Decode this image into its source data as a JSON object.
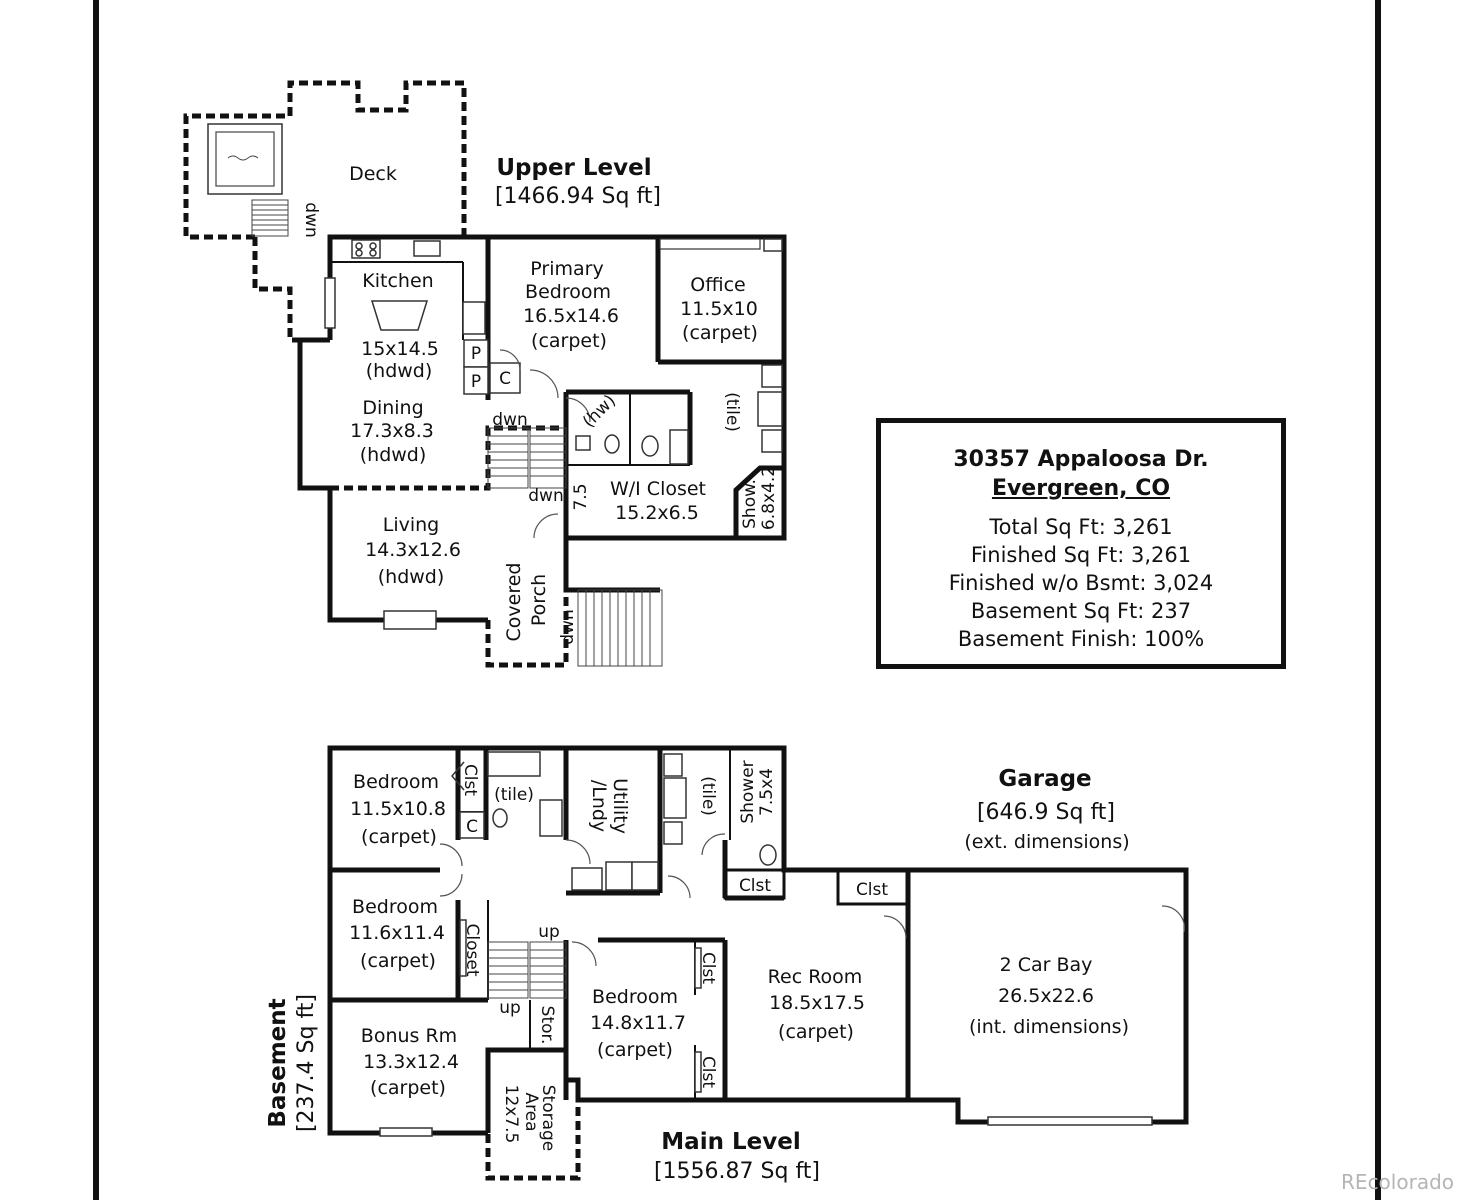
{
  "summary": {
    "address": "30357 Appaloosa Dr.",
    "city": "Evergreen, CO",
    "lines": [
      "Total Sq Ft: 3,261",
      "Finished Sq Ft: 3,261",
      "Finished w/o Bsmt: 3,024",
      "Basement Sq Ft: 237",
      "Basement Finish: 100%"
    ]
  },
  "levels": {
    "upper": {
      "title": "Upper Level",
      "area": "[1466.94 Sq ft]"
    },
    "main": {
      "title": "Main Level",
      "area": "[1556.87 Sq ft]"
    },
    "basement": {
      "title": "Basement",
      "area": "[237.4 Sq ft]"
    },
    "garage": {
      "title": "Garage",
      "area": "[646.9 Sq ft]",
      "note": "(ext. dimensions)"
    }
  },
  "upper_rooms": {
    "deck": "Deck",
    "deck_dwn": "dwn",
    "kitchen": {
      "name": "Kitchen",
      "dims": "15x14.5",
      "floor": "(hdwd)"
    },
    "dining": {
      "name": "Dining",
      "dims": "17.3x8.3",
      "floor": "(hdwd)"
    },
    "living": {
      "name": "Living",
      "dims": "14.3x12.6",
      "floor": "(hdwd)"
    },
    "primary": {
      "name1": "Primary",
      "name2": "Bedroom",
      "dims": "16.5x14.6",
      "floor": "(carpet)"
    },
    "office": {
      "name": "Office",
      "dims": "11.5x10",
      "floor": "(carpet)"
    },
    "wic": {
      "name": "W/I Closet",
      "dims": "15.2x6.5",
      "side": "7.5"
    },
    "pantry1": "P",
    "pantry2": "P",
    "closet_c": "C",
    "hw": "(hw)",
    "tile": "(tile)",
    "shower": "Show.",
    "shower_dims": "6.8x4.2",
    "stair_dwn1": "dwn",
    "stair_dwn2": "dwn",
    "porch1": "Covered",
    "porch2": "Porch",
    "porch_dwn": "dwn"
  },
  "main_rooms": {
    "bed1": {
      "name": "Bedroom",
      "dims": "11.5x10.8",
      "floor": "(carpet)"
    },
    "bed2": {
      "name": "Bedroom",
      "dims": "11.6x11.4",
      "floor": "(carpet)"
    },
    "bed3": {
      "name": "Bedroom",
      "dims": "14.8x11.7",
      "floor": "(carpet)"
    },
    "rec": {
      "name": "Rec Room",
      "dims": "18.5x17.5",
      "floor": "(carpet)"
    },
    "bonus": {
      "name": "Bonus Rm",
      "dims": "13.3x12.4",
      "floor": "(carpet)"
    },
    "storage": {
      "name1": "Storage",
      "name2": "Area",
      "dims": "12x7.5"
    },
    "utility1": "Utility",
    "utility2": "/Lndy",
    "tile1": "(tile)",
    "tile2": "(tile)",
    "shower": "Shower",
    "shower_dims": "7.5x4",
    "clst_a": "Clst",
    "clst_b": "Clst",
    "clst_c": "Clst",
    "clst_d": "Clst",
    "clst_e": "Clst",
    "closet": "Closet",
    "c_small": "C",
    "stor": "Stor.",
    "up1": "up",
    "up2": "up",
    "garage_bay": {
      "name": "2 Car Bay",
      "dims": "26.5x22.6",
      "note": "(int. dimensions)"
    }
  },
  "watermark": "REcolorado"
}
